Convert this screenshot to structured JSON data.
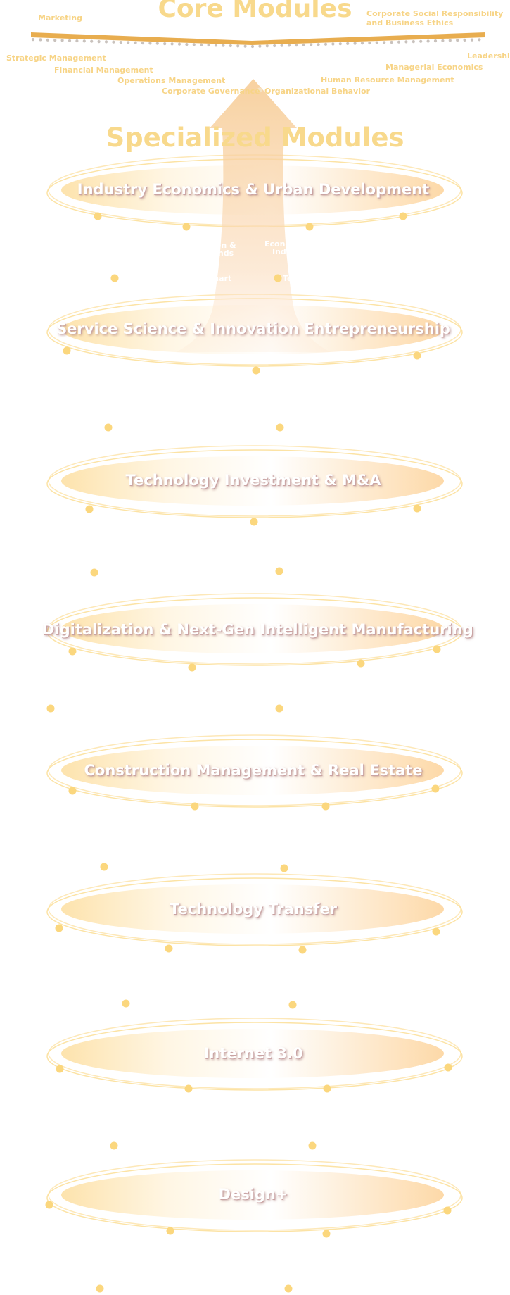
{
  "core": {
    "title": "Core Modules",
    "top_left": "Marketing",
    "top_right_line1": "Corporate Social Responsibility",
    "top_right_line2": "and Business Ethics",
    "left_items": [
      "Strategic Management",
      "Financial Management",
      "Operations Management",
      "Corporate Governance"
    ],
    "right_items": [
      "Leadership",
      "Managerial Economics",
      "Human Resource Management",
      "Organizational Behavior"
    ]
  },
  "specialized": {
    "title": "Specialized Modules",
    "modules": [
      "Industry Economics & Urban Development",
      "Service Science & Innovation Entrepreneurship",
      "Technology Investment & M&A",
      "Digitalization & Next-Gen Intelligent Manufacturing",
      "Construction Management & Real Estate",
      "Technology Transfer",
      "Internet 3.0",
      "Design+"
    ],
    "partial_texts": [
      "ion &",
      "rends",
      "Econo",
      "Indu",
      "e & Smart",
      "Techn"
    ]
  },
  "colors": {
    "gold": "#f8d98c",
    "bar": "#e8ad4f",
    "ring": "#fbe3a4",
    "dot": "#fbd77e",
    "arrow": "#f9d8b0"
  }
}
